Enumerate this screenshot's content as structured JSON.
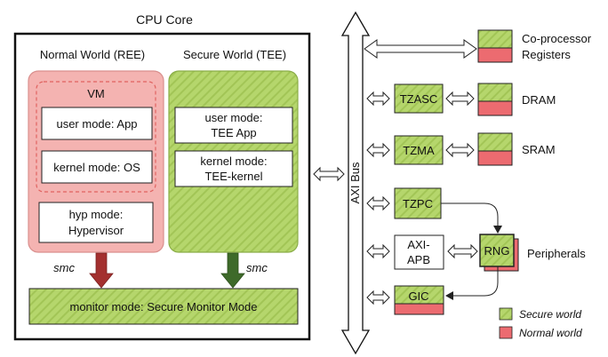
{
  "colors": {
    "secure": "#b5d66c",
    "secure_stripe": "#a2c556",
    "normal_fill": "#f4b3b1",
    "normal_red": "#ec6b70",
    "smc_red": "#a3302f",
    "smc_green": "#3e6a2a",
    "line": "#111111"
  },
  "cpu_core": {
    "title": "CPU Core",
    "normal_world": {
      "title": "Normal World (REE)",
      "vm_label": "VM",
      "user_mode": "user mode: App",
      "kernel_mode": "kernel mode: OS",
      "hyp_mode_line1": "hyp mode:",
      "hyp_mode_line2": "Hypervisor"
    },
    "secure_world": {
      "title": "Secure World (TEE)",
      "user_mode_line1": "user mode:",
      "user_mode_line2": "TEE App",
      "kernel_mode_line1": "kernel mode:",
      "kernel_mode_line2": "TEE-kernel"
    },
    "smc_left": "smc",
    "smc_right": "smc",
    "monitor_mode": "monitor mode: Secure Monitor Mode"
  },
  "bus": {
    "label": "AXI Bus"
  },
  "components": {
    "tzasc": "TZASC",
    "tzma": "TZMA",
    "tzpc": "TZPC",
    "axi_apb_line1": "AXI-",
    "axi_apb_line2": "APB",
    "rng": "RNG",
    "gic": "GIC"
  },
  "targets": {
    "coproc_line1": "Co-processor",
    "coproc_line2": "Registers",
    "dram": "DRAM",
    "sram": "SRAM",
    "peripherals": "Peripherals"
  },
  "legend": {
    "secure": "Secure world",
    "normal": "Normal world"
  }
}
